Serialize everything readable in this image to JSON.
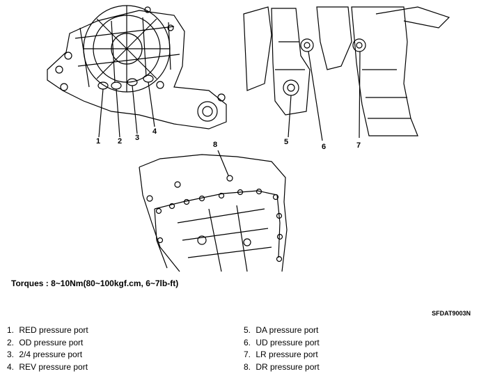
{
  "callouts": {
    "c1": "1",
    "c2": "2",
    "c3": "3",
    "c4": "4",
    "c5": "5",
    "c6": "6",
    "c7": "7",
    "c8": "8"
  },
  "torque_text": "Torques : 8~10Nm(80~100kgf.cm, 6~7lb-ft)",
  "figure_code": "SFDAT9003N",
  "legend": [
    {
      "num": "1.",
      "label": "RED pressure port"
    },
    {
      "num": "2.",
      "label": "OD pressure port"
    },
    {
      "num": "3.",
      "label": "2/4 pressure port"
    },
    {
      "num": "4.",
      "label": "REV pressure port"
    },
    {
      "num": "5.",
      "label": "DA pressure port"
    },
    {
      "num": "6.",
      "label": "UD pressure port"
    },
    {
      "num": "7.",
      "label": "LR pressure port"
    },
    {
      "num": "8.",
      "label": "DR pressure port"
    }
  ]
}
